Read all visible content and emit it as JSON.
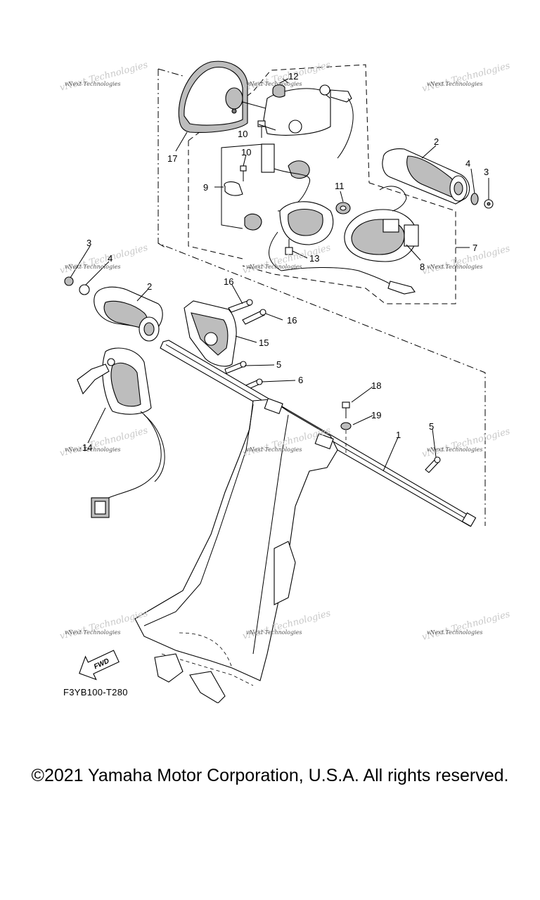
{
  "callouts": {
    "c1": "1",
    "c2a": "2",
    "c2b": "2",
    "c3a": "3",
    "c3b": "3",
    "c4a": "4",
    "c4b": "4",
    "c5a": "5",
    "c5b": "5",
    "c6": "6",
    "c7": "7",
    "c8": "8",
    "c9": "9",
    "c10a": "10",
    "c10b": "10",
    "c11": "11",
    "c12": "12",
    "c13": "13",
    "c14": "14",
    "c15": "15",
    "c16a": "16",
    "c16b": "16",
    "c17": "17",
    "c18": "18",
    "c19": "19"
  },
  "watermark": {
    "text": "vNext Technologies"
  },
  "fwd_label": "FWD",
  "ref_code": "F3YB100-T280",
  "copyright": "©2021 Yamaha Motor Corporation, U.S.A. All rights reserved.",
  "icons": [
    "fwd-arrow-icon"
  ]
}
